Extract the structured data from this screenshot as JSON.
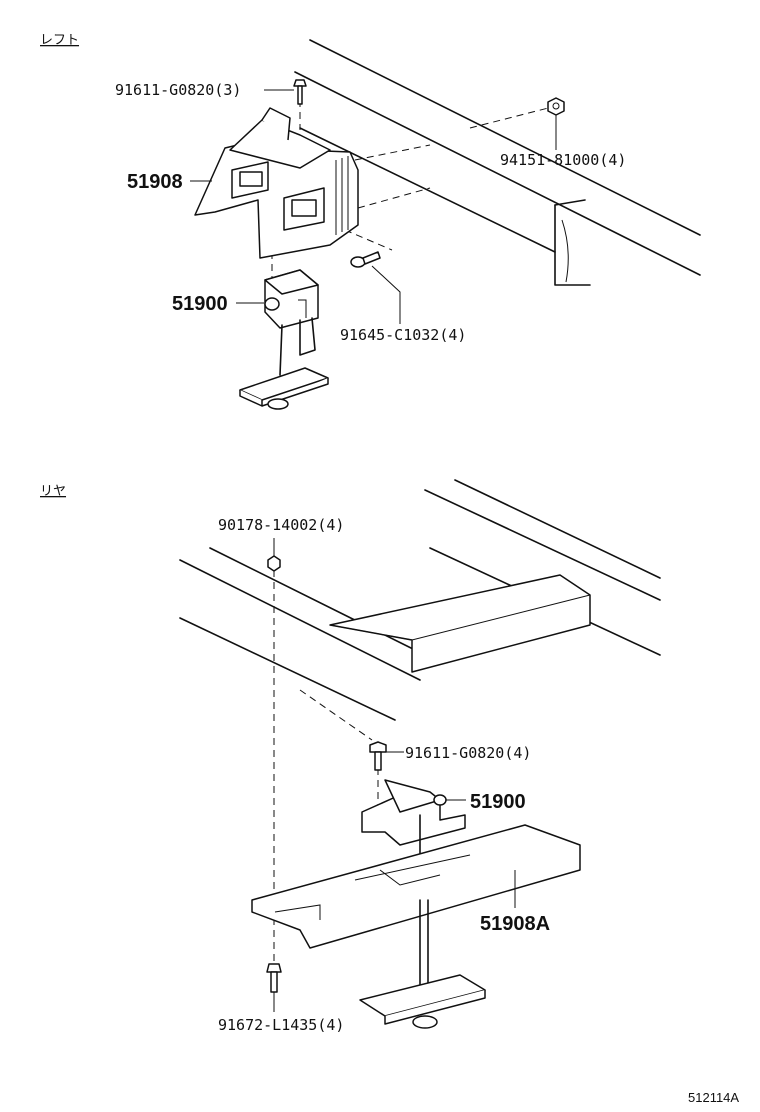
{
  "sections": {
    "left": "レフト",
    "rear": "リヤ"
  },
  "labels": {
    "bolt_top_left": "91611-G0820(3)",
    "nut_left": "94151-81000(4)",
    "bracket_left": "51908",
    "carrier_left": "51900",
    "bolt_flange_left": "91645-C1032(4)",
    "bolt_top_rear": "90178-14002(4)",
    "bolt_rear": "91611-G0820(4)",
    "carrier_rear": "51900",
    "plate_rear": "51908A",
    "bolt_bottom_rear": "91672-L1435(4)"
  },
  "diagram_code": "512114A"
}
